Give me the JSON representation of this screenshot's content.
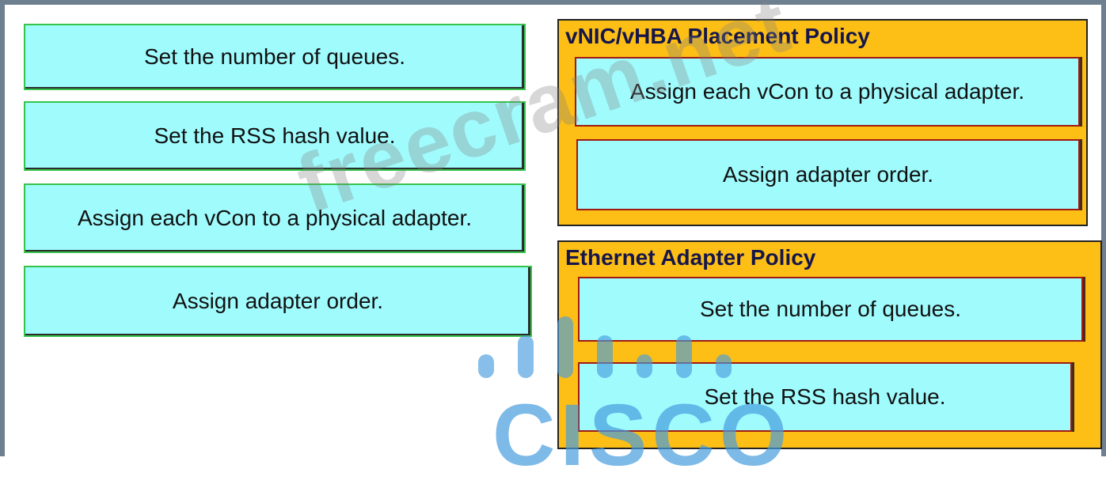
{
  "source_items": [
    "Set the number of queues.",
    "Set the RSS hash value.",
    "Assign each vCon to a physical adapter.",
    "Assign adapter order."
  ],
  "targets": [
    {
      "title": "vNIC/vHBA Placement Policy",
      "items": [
        "Assign each vCon to a physical adapter.",
        "Assign adapter order."
      ]
    },
    {
      "title": "Ethernet Adapter Policy",
      "items": [
        "Set the number of queues.",
        "Set the RSS hash value."
      ]
    }
  ],
  "watermark": "freecram.net",
  "logo_text": "CISCO",
  "colors": {
    "item_fill": "#a0fbfd",
    "group_fill": "#fdbf16",
    "source_border": "#35c44a",
    "target_border": "#9e1a12"
  }
}
